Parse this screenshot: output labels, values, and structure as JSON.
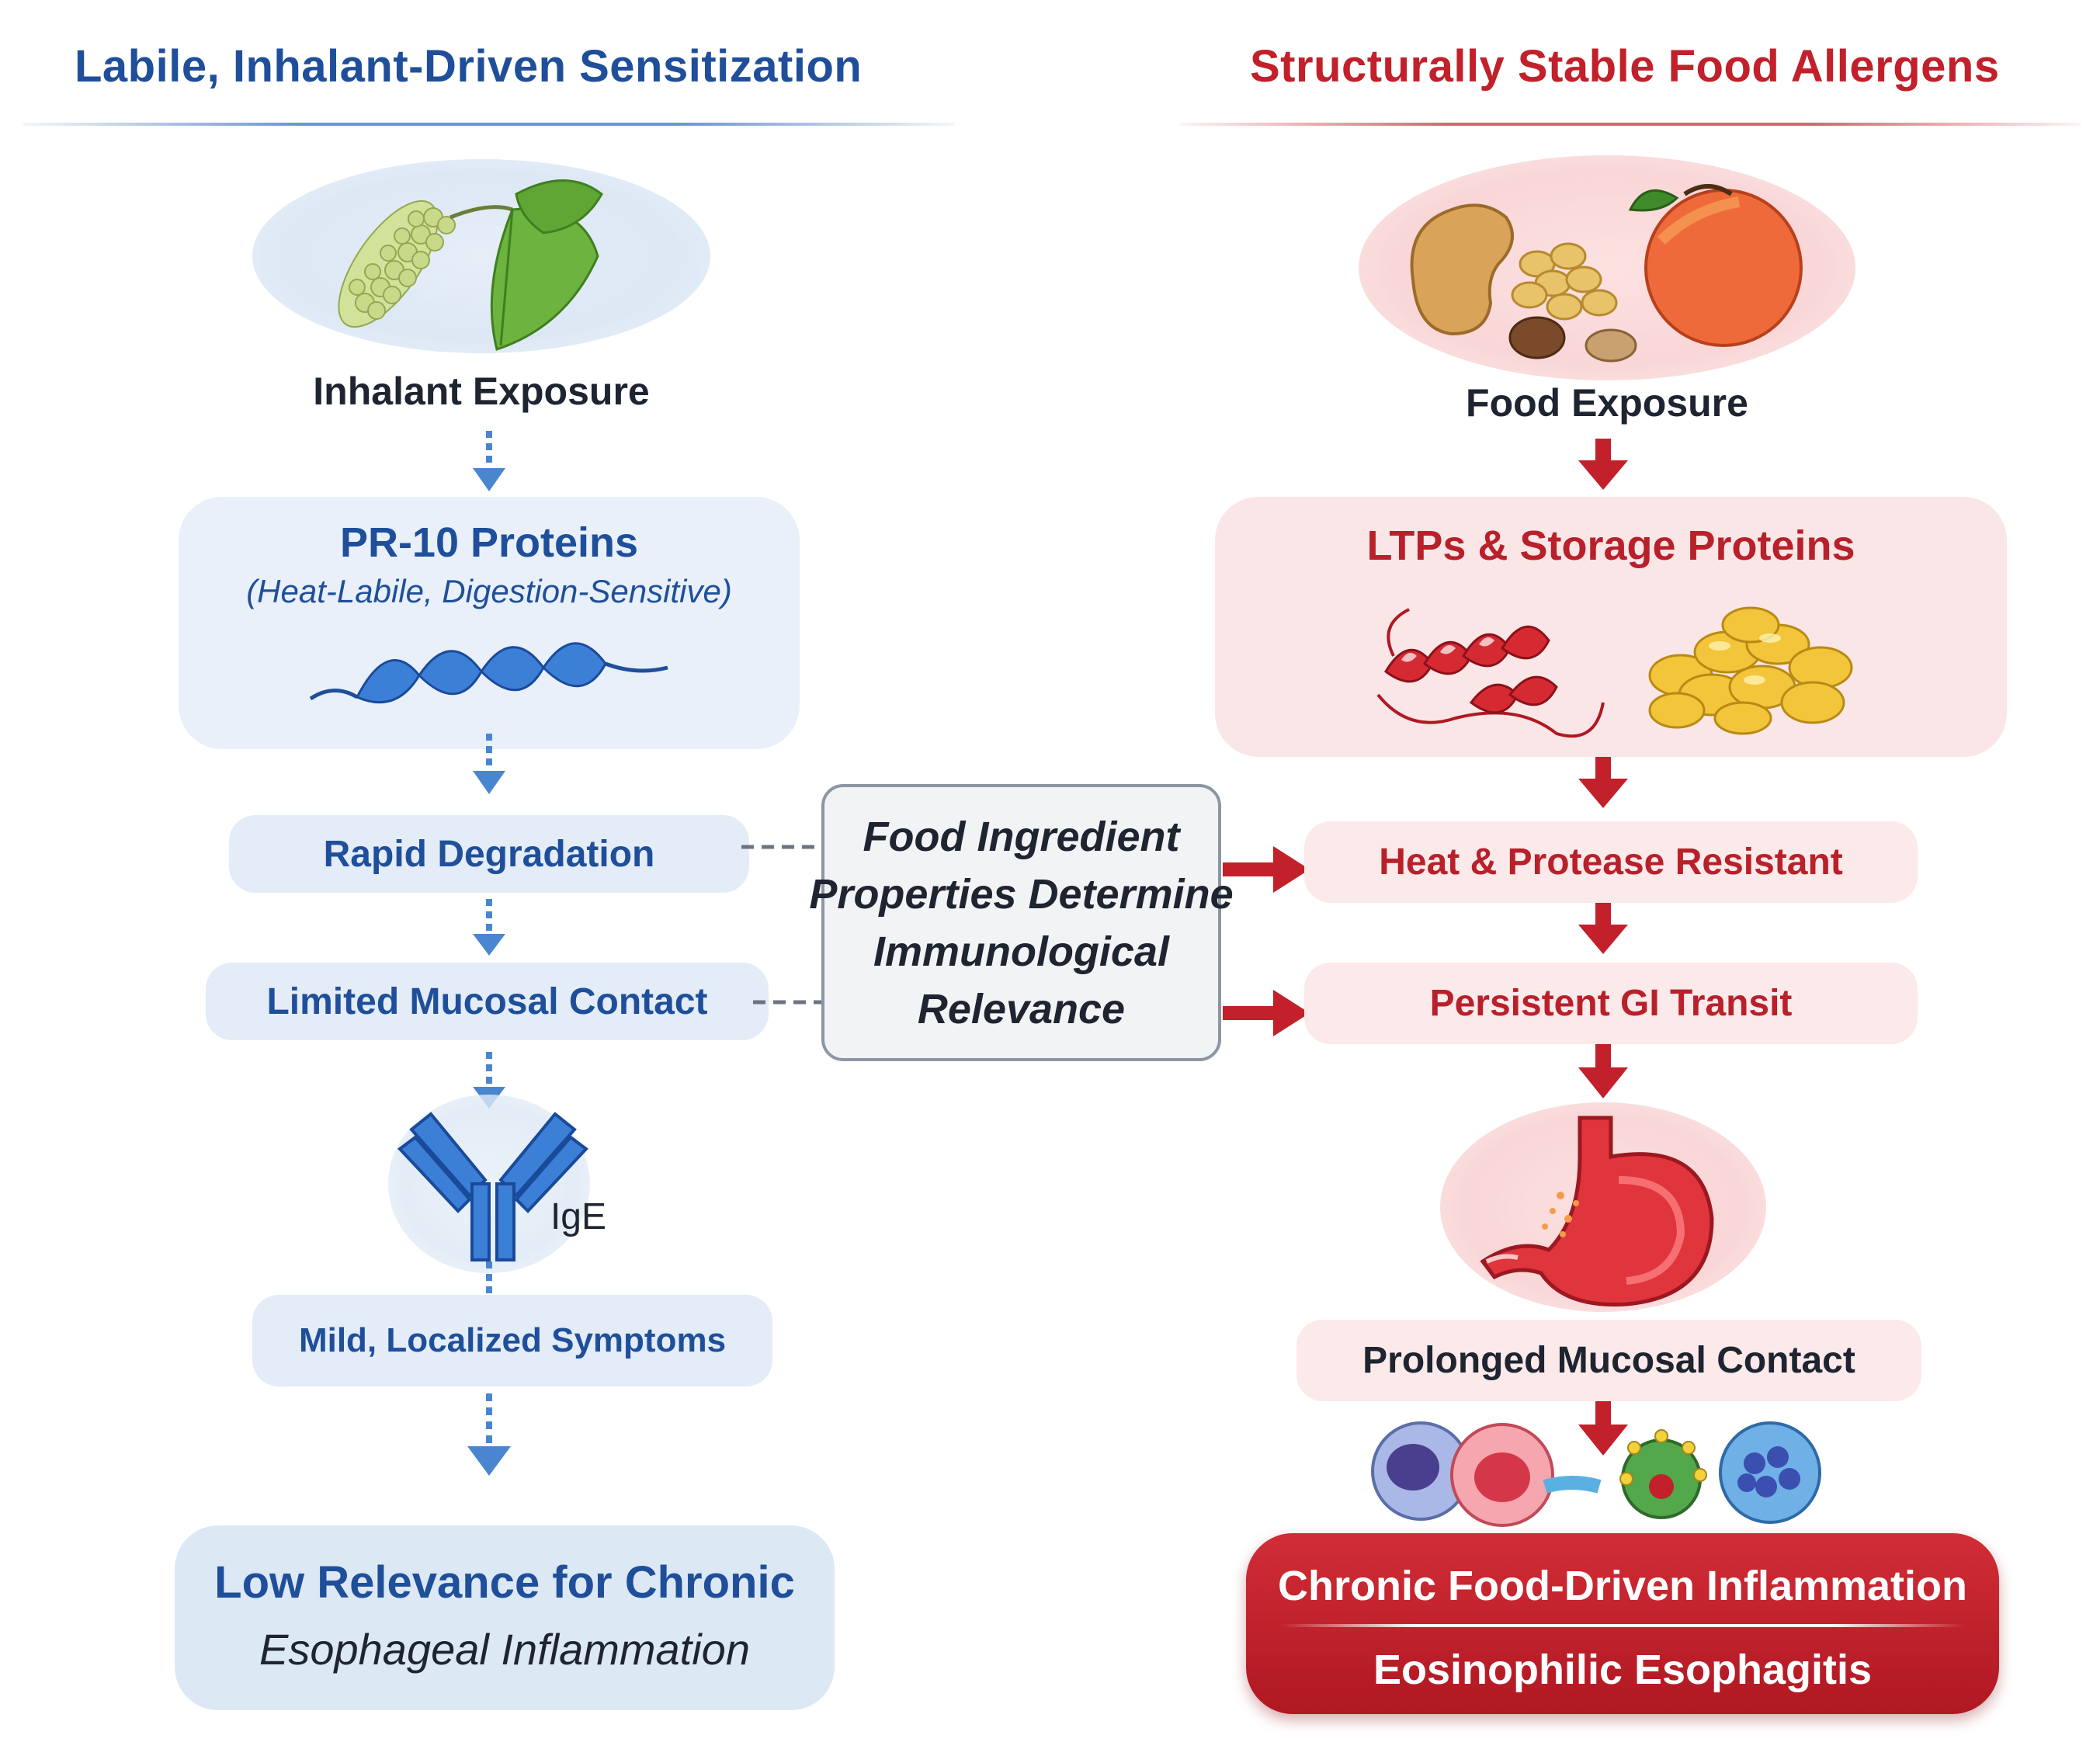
{
  "left": {
    "title": "Labile, Inhalant-Driven Sensitization",
    "exposure": "Inhalant Exposure",
    "pr10_title": "PR-10 Proteins",
    "pr10_sub": "(Heat-Labile, Digestion-Sensitive)",
    "rapid": "Rapid Degradation",
    "limited": "Limited Mucosal Contact",
    "ige": "IgE",
    "mild": "Mild, Localized Symptoms",
    "low_line1": "Low Relevance for Chronic",
    "low_line2": "Esophageal Inflammation"
  },
  "center": {
    "line1": "Food Ingredient",
    "line2": "Properties Determine",
    "line3": "Immunological",
    "line4": "Relevance"
  },
  "right": {
    "title": "Structurally Stable Food Allergens",
    "exposure": "Food Exposure",
    "ltp": "LTPs & Storage Proteins",
    "heat": "Heat & Protease Resistant",
    "persistent": "Persistent GI Transit",
    "prolonged": "Prolonged Mucosal Contact",
    "final_line1": "Chronic Food-Driven Inflammation",
    "final_line2": "Eosinophilic Esophagitis"
  },
  "colors": {
    "blue": "#1f4f9a",
    "red": "#c2202a",
    "light_blue": "#e3ecf7",
    "light_red": "#fce9ea"
  }
}
